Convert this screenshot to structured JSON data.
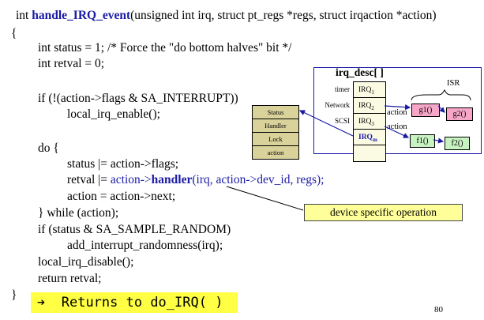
{
  "code": {
    "sig_int": "int ",
    "sig_name": "handle_IRQ_event",
    "sig_rest": "(unsigned int irq, struct pt_regs *regs, struct irqaction *action)",
    "open_brace": "{",
    "l_status": "int status = 1; /* Force the \"do bottom halves\" bit */",
    "l_retval": "int retval = 0;",
    "l_if1": "if (!(action->flags & SA_INTERRUPT))",
    "l_enable": "local_irq_enable();",
    "l_do": "do {",
    "l_statusor": "status |= action->flags;",
    "l_retval_pre": "retval |= ",
    "l_retval_action": "action->",
    "l_retval_handler": "handler",
    "l_retval_args": "(irq, action->dev_id, regs);",
    "l_next": "action = action->next;",
    "l_while": "} while (action);",
    "l_if2": "if (status & SA_SAMPLE_RANDOM)",
    "l_random": "add_interrupt_randomness(irq);",
    "l_disable": "local_irq_disable();",
    "l_return": "return retval;",
    "close_brace": "}"
  },
  "diagram": {
    "title": "irq_desc[ ]",
    "isr_label": "ISR",
    "rows": [
      {
        "side": "timer",
        "cell": "IRQ",
        "sub": "1"
      },
      {
        "side": "Network",
        "cell": "IRQ",
        "sub": "2"
      },
      {
        "side": "SCSI",
        "cell": "IRQ",
        "sub": "3"
      },
      {
        "side": "",
        "cell": "IRQ",
        "sub": "m"
      }
    ],
    "action_label_1": "action",
    "action_label_2": "action",
    "g1": "g1()",
    "g2": "g2()",
    "f1": "f1()",
    "f2": "f2()"
  },
  "struct": [
    "Status",
    "Handler",
    "Lock",
    "action"
  ],
  "callout": "device specific operation",
  "returns": {
    "arrow": "➔",
    "text": "Returns to do_IRQ( )"
  },
  "page_number": "80",
  "colors": {
    "blue": "#1a1aa6",
    "yellow": "#ffff44",
    "callout_bg": "#ffff99",
    "pink": "#f7a6c8",
    "green": "#c8f2c2"
  }
}
